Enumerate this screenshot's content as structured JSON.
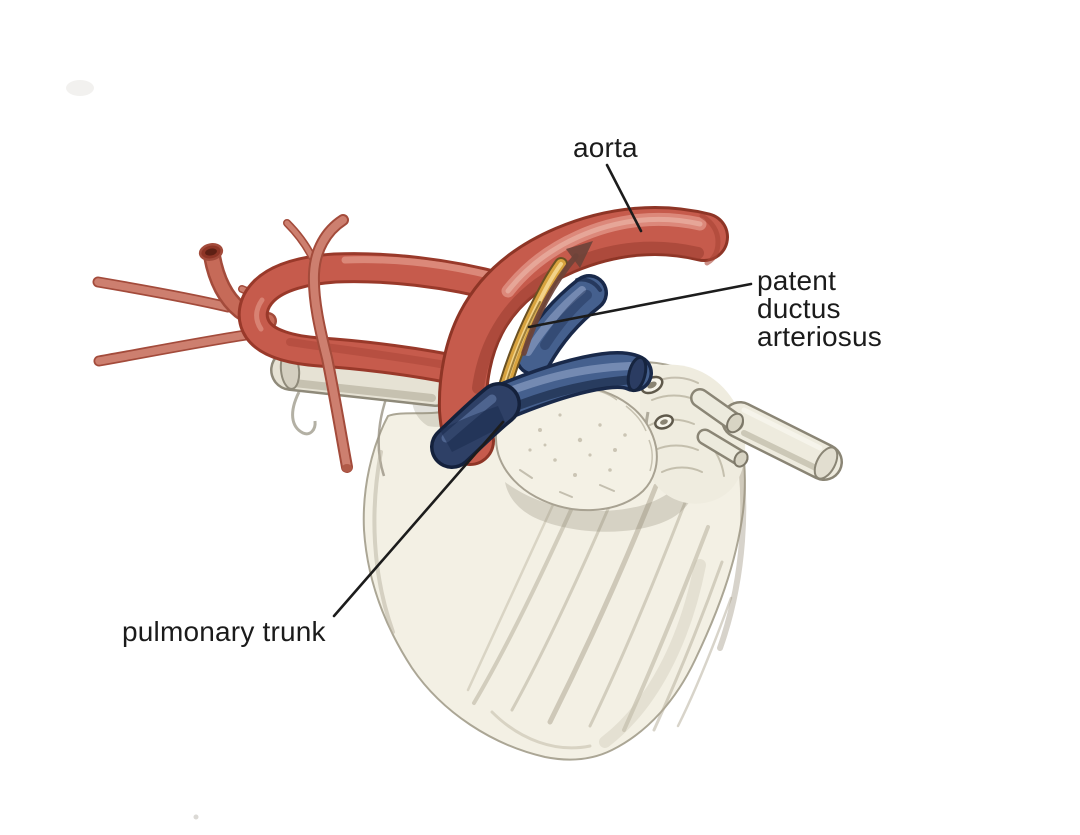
{
  "figure": {
    "type": "anatomical diagram",
    "description": "heart with patent ductus arteriosus, hand-drawn illustration",
    "background_color": "#ffffff",
    "annotation_line_color": "#1c1c1c",
    "labels": {
      "aorta": "aorta",
      "pda_line1": "patent",
      "pda_line2": "ductus",
      "pda_line3": "arteriosus",
      "pulmonary_trunk": "pulmonary trunk"
    },
    "structure_colors": {
      "aorta": "#c65b4c",
      "patent_ductus_arteriosus": "#d8a33e",
      "pulmonary_trunk": "#45608e",
      "heart_body": "#f3f0e4",
      "gray_vein": "#e6e2d4"
    }
  }
}
